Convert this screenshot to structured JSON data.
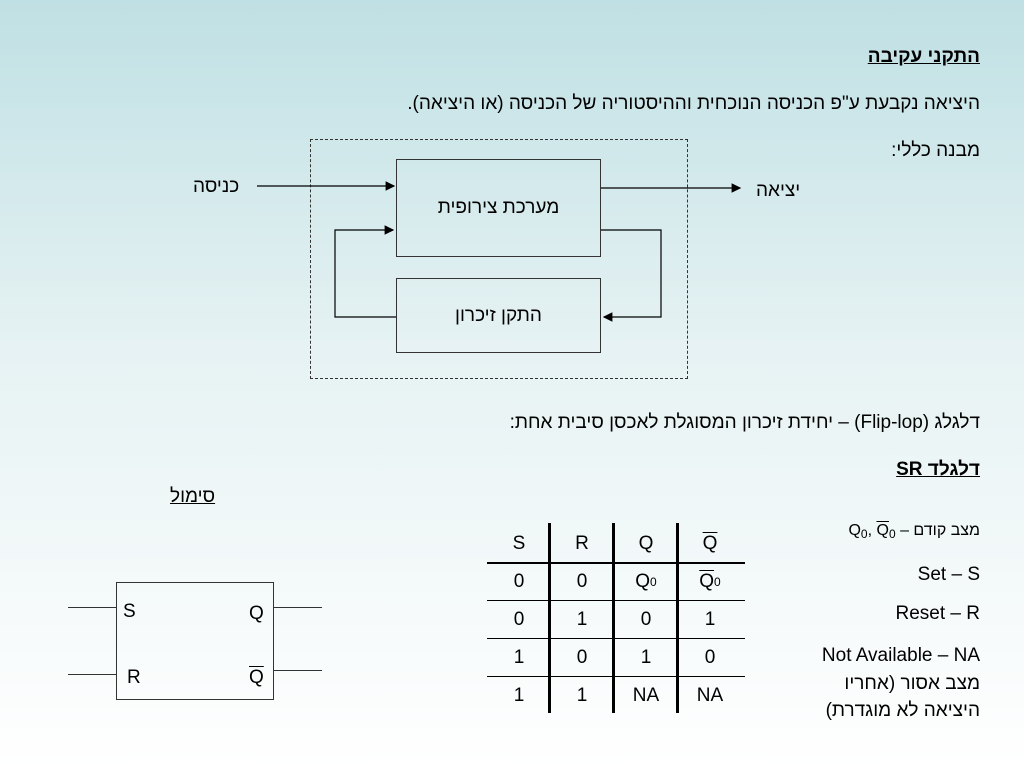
{
  "heading_title": "התקני עקיבה",
  "paragraph_output": "היציאה נקבעת ע\"פ הכניסה הנוכחית וההיסטוריה של הכניסה (או היציאה).",
  "general_structure_label": "מבנה כללי:",
  "diagram": {
    "input_label": "כניסה",
    "output_label": "יציאה",
    "combinational_box": "מערכת צירופית",
    "memory_box": "התקן זיכרון"
  },
  "flipflop_definition": "דלגלג (Flip-lop) – יחידת זיכרון המסוגלת לאכסן סיבית אחת:",
  "sr_heading": "דלגלד SR",
  "symbol_link": "סימול",
  "legend": {
    "prev_state_prefix": "מצב קודם – Q",
    "prev_state_sub": "0",
    "prev_state_sep": ", ",
    "prev_state_q": "Q",
    "prev_state_q_sub": "0",
    "set": "Set – S",
    "reset": "Reset – R",
    "na": "Not Available – NA",
    "forbidden_line1": "מצב אסור (אחריו",
    "forbidden_line2": "היציאה לא מוגדרת)"
  },
  "truth_table": {
    "headers": [
      "S",
      "R",
      "Q",
      "Q"
    ],
    "rows": [
      [
        "0",
        "0",
        "Q0",
        "Q0bar"
      ],
      [
        "0",
        "1",
        "0",
        "1"
      ],
      [
        "1",
        "0",
        "1",
        "0"
      ],
      [
        "1",
        "1",
        "NA",
        "NA"
      ]
    ],
    "cells": {
      "r1c1": "0",
      "r1c2": "0",
      "r1c3q": "Q",
      "r1c3sub": "0",
      "r1c4q": "Q",
      "r1c4sub": "0",
      "r2c1": "0",
      "r2c2": "1",
      "r2c3": "0",
      "r2c4": "1",
      "r3c1": "1",
      "r3c2": "0",
      "r3c3": "1",
      "r3c4": "0",
      "r4c1": "1",
      "r4c2": "1",
      "r4c3": "NA",
      "r4c4": "NA"
    }
  },
  "ff_symbol": {
    "s": "S",
    "r": "R",
    "q": "Q",
    "qbar": "Q"
  }
}
